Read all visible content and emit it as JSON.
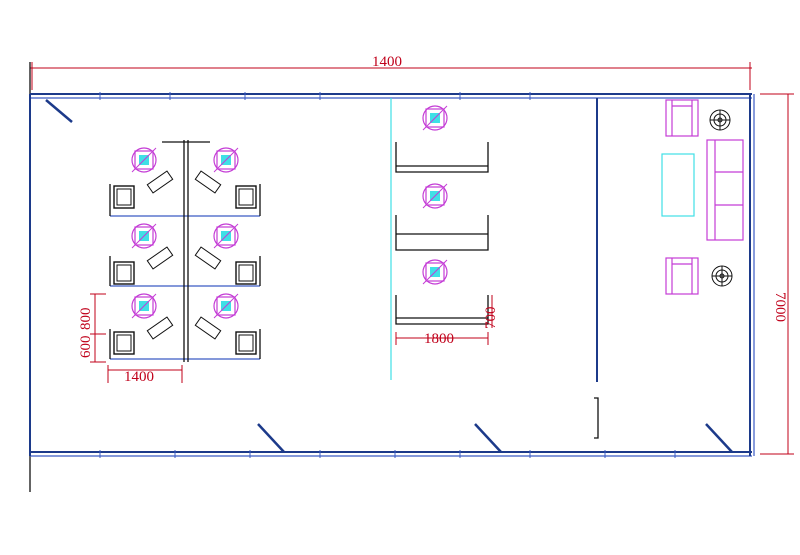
{
  "dimensions": {
    "total_width": "1400",
    "total_depth": "7000",
    "workstation_width": "1400",
    "workstation_depth_a": "600",
    "workstation_depth_b": "800",
    "desk_width": "1800",
    "desk_depth": "700"
  },
  "colors": {
    "wall": "#1c3a8a",
    "dimension": "#c0001a",
    "chair": "#c43cd6",
    "glass_table": "#3fe0e6"
  }
}
